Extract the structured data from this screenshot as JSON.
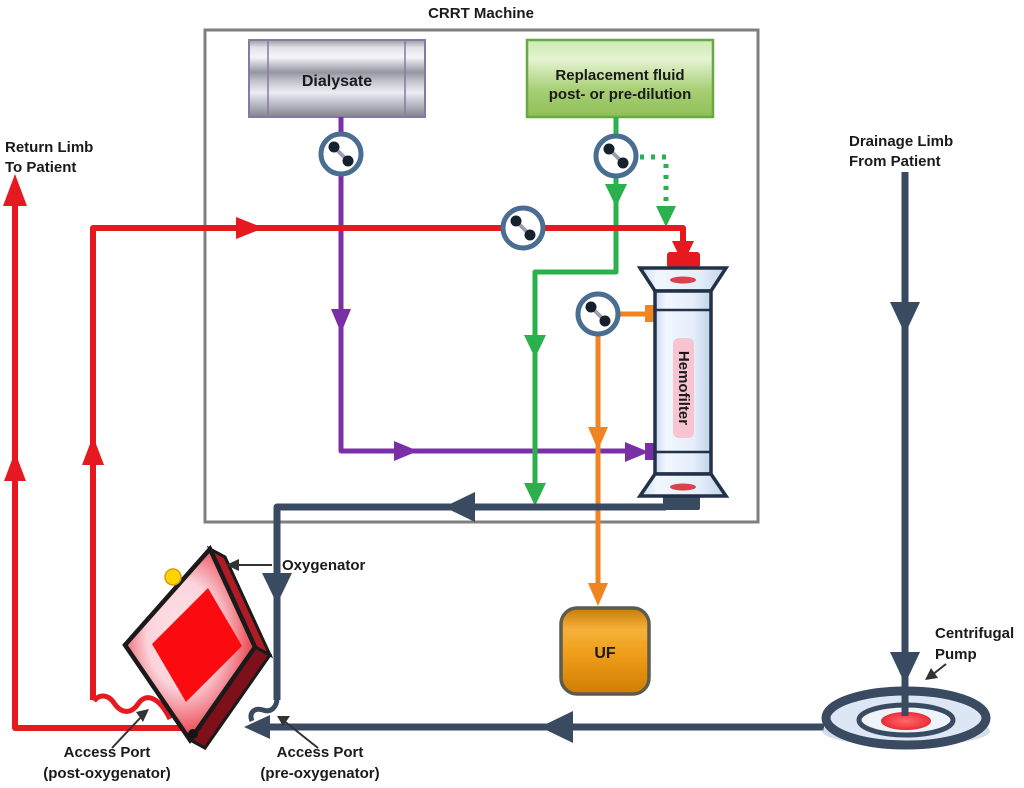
{
  "title": "CRRT Machine",
  "colors": {
    "red": "#e51a20",
    "purple": "#7b2fa6",
    "green": "#2ab04c",
    "orange": "#f08421",
    "blood": "#3a4a61",
    "pump_ring": "#4a6d92",
    "box_border": "#7f7f7f",
    "hemofilter_text": "#b22840",
    "uf_fill": "#e9940f"
  },
  "components": {
    "dialysate": {
      "label": "Dialysate"
    },
    "replacement": {
      "label_line1": "Replacement fluid",
      "label_line2": "post- or pre-dilution"
    },
    "hemofilter": {
      "label": "Hemofilter"
    },
    "uf": {
      "label": "UF"
    },
    "oxygenator": {
      "label": "Oxygenator"
    },
    "centrifugal_pump": {
      "label_line1": "Centrifugal",
      "label_line2": "Pump"
    },
    "return_limb": {
      "label_line1": "Return Limb",
      "label_line2": "To Patient"
    },
    "drainage_limb": {
      "label_line1": "Drainage Limb",
      "label_line2": "From Patient"
    },
    "access_port_post": {
      "label_line1": "Access Port",
      "label_line2": "(post-oxygenator)"
    },
    "access_port_pre": {
      "label_line1": "Access Port",
      "label_line2": "(pre-oxygenator)"
    }
  }
}
